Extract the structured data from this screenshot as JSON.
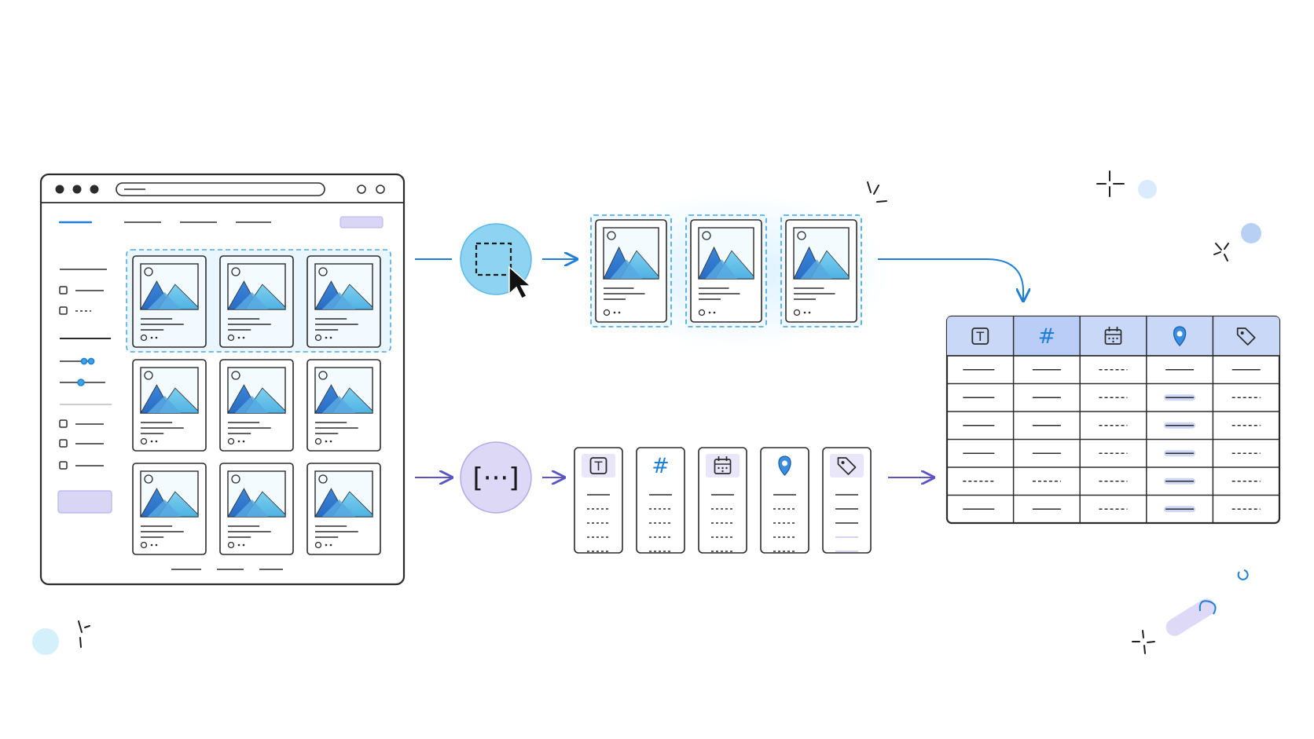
{
  "colors": {
    "ink": "#2b2b2b",
    "blue": "#1f7fd6",
    "sky": "#7cc8ee",
    "purple": "#6a5fc9",
    "lavender": "#d9d5f5",
    "header_blue": "#c9d8f7"
  },
  "browser": {
    "window_dots": 3,
    "grid_rows": 3,
    "grid_cols": 3,
    "selected_cards_in_first_row": 3
  },
  "top_flow": {
    "action_icon": "dashed-selection-with-cursor-icon",
    "extracted_cards": 3
  },
  "bottom_flow": {
    "action_icon": "brackets-ellipsis-icon",
    "action_label": "[···]",
    "field_types": [
      {
        "icon": "text-type-icon",
        "glyph": "T"
      },
      {
        "icon": "number-type-icon",
        "glyph": "#"
      },
      {
        "icon": "date-type-icon",
        "glyph": ""
      },
      {
        "icon": "location-type-icon",
        "glyph": ""
      },
      {
        "icon": "tag-type-icon",
        "glyph": ""
      }
    ]
  },
  "table": {
    "header_icons": [
      "text-type-icon",
      "number-type-icon",
      "date-type-icon",
      "location-type-icon",
      "tag-type-icon"
    ],
    "header_glyphs": [
      "T",
      "#",
      "",
      "",
      ""
    ],
    "rows": 6
  }
}
